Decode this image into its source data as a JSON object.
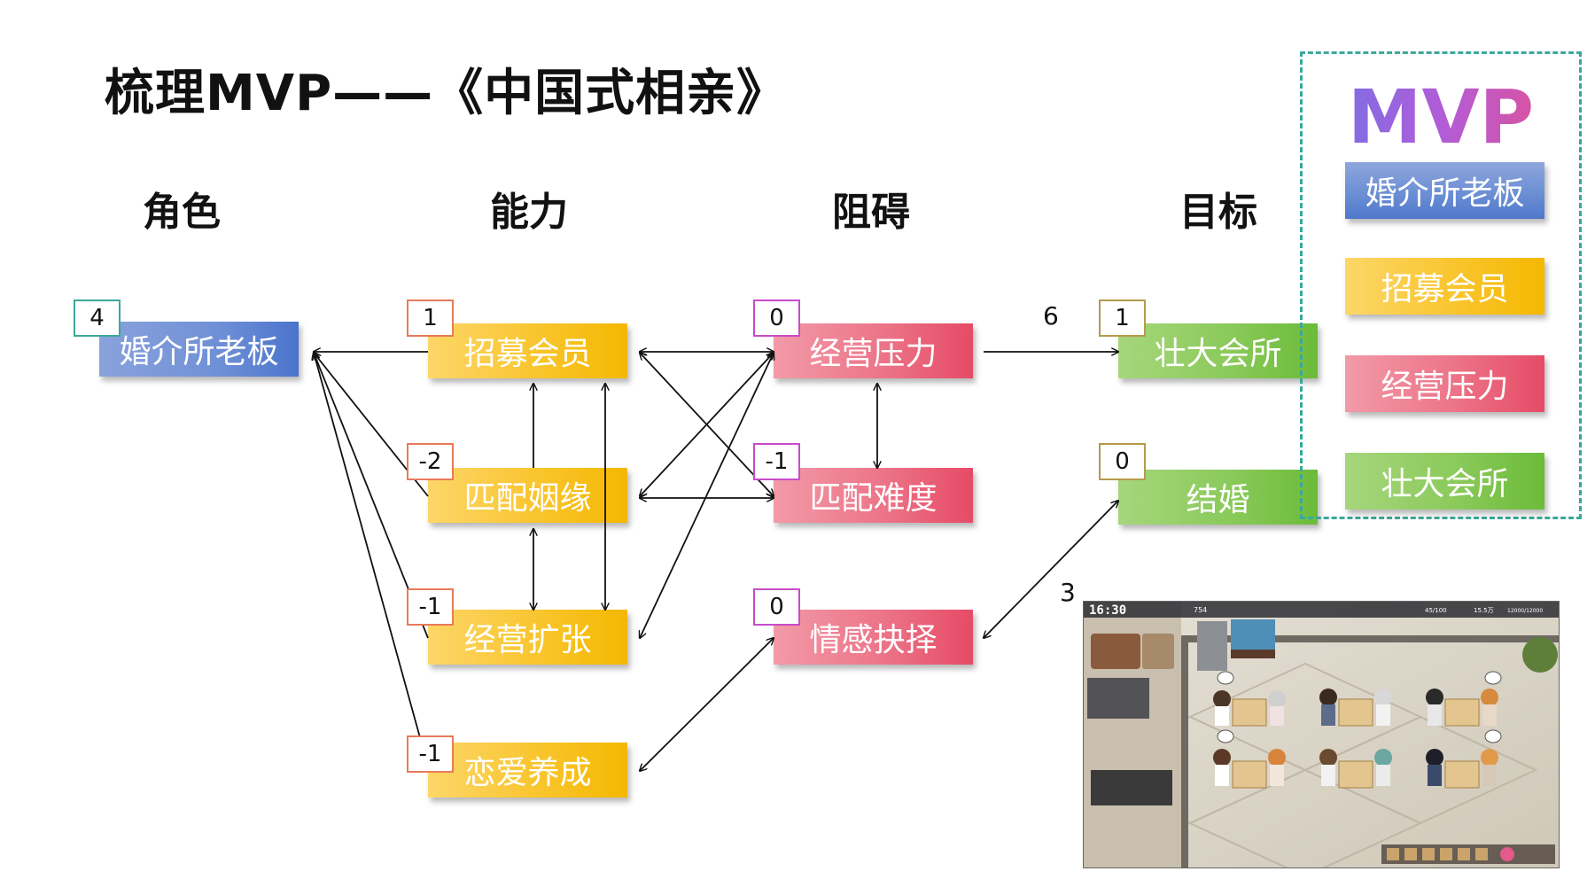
{
  "title": "梳理MVP——《中国式相亲》",
  "columns": {
    "role": "角色",
    "ability": "能力",
    "obstacle": "阻碍",
    "goal": "目标"
  },
  "nodes": {
    "boss": {
      "label": "婚介所老板",
      "score": "4"
    },
    "recruit": {
      "label": "招募会员",
      "score": "1"
    },
    "match": {
      "label": "匹配姻缘",
      "score": "-2"
    },
    "expand": {
      "label": "经营扩张",
      "score": "-1"
    },
    "romance": {
      "label": "恋爱养成",
      "score": "-1"
    },
    "pressure": {
      "label": "经营压力",
      "score": "0"
    },
    "difficulty": {
      "label": "匹配难度",
      "score": "-1"
    },
    "emotion": {
      "label": "情感抉择",
      "score": "0"
    },
    "grow": {
      "label": "壮大会所",
      "score": "1"
    },
    "marry": {
      "label": "结婚",
      "score": "0"
    }
  },
  "edge_labels": {
    "pressure_to_grow": "6",
    "emotion_to_marry": "3"
  },
  "legend": {
    "title": "MVP",
    "items": [
      "婚介所老板",
      "招募会员",
      "经营压力",
      "壮大会所"
    ]
  },
  "game_screenshot": {
    "clock": "16:30",
    "money": "754",
    "members": "45/100",
    "rating": "15.5万",
    "energy": "12000/12000"
  },
  "colors": {
    "blue": "#6c8fd4",
    "yellow": "#f9c52e",
    "pink": "#ec7488",
    "green": "#8bca5b",
    "legend_border": "#3aa89a"
  }
}
